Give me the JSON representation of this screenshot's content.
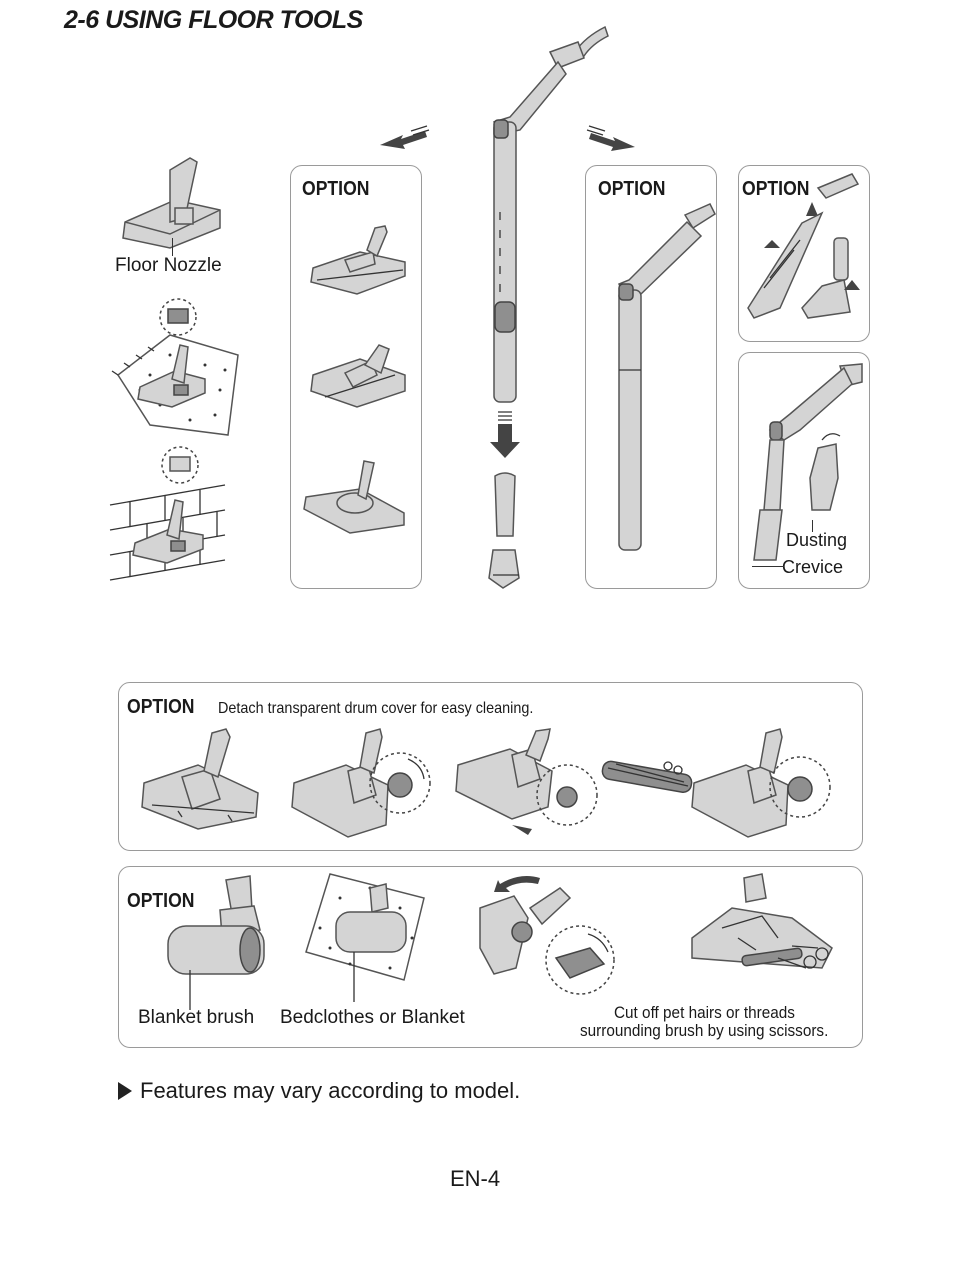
{
  "title": "2-6 USING FLOOR TOOLS",
  "labels": {
    "floor_nozzle": "Floor Nozzle",
    "option": "OPTION",
    "dusting": "Dusting",
    "crevice": "Crevice",
    "detach_text": "Detach transparent drum cover for easy cleaning.",
    "blanket_brush": "Blanket brush",
    "bedclothes": "Bedclothes or Blanket",
    "cut_off_line1": "Cut off pet hairs or threads",
    "cut_off_line2": "surrounding brush by using scissors."
  },
  "note": "Features may vary according to model.",
  "page_number": "EN-4",
  "icons": [
    "floor-nozzle-icon",
    "pipe-icon",
    "crevice-tool-icon",
    "turbo-brush-icon",
    "scissors-icon"
  ]
}
